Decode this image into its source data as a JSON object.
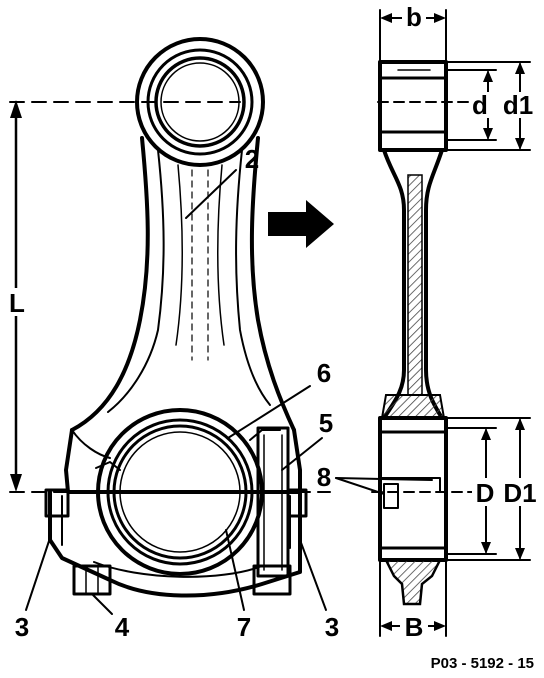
{
  "labels": {
    "L": "L",
    "b": "b",
    "d": "d",
    "d1": "d1",
    "D": "D",
    "D1": "D1",
    "B": "B",
    "n2": "2",
    "n3a": "3",
    "n3b": "3",
    "n4": "4",
    "n5": "5",
    "n6": "6",
    "n7": "7",
    "n8": "8"
  },
  "reference": "P03 - 5192 - 15",
  "colors": {
    "ink": "#000000",
    "paper": "#ffffff",
    "hatch": "#555555"
  },
  "icons": {
    "direction": "arrow-right-icon"
  }
}
